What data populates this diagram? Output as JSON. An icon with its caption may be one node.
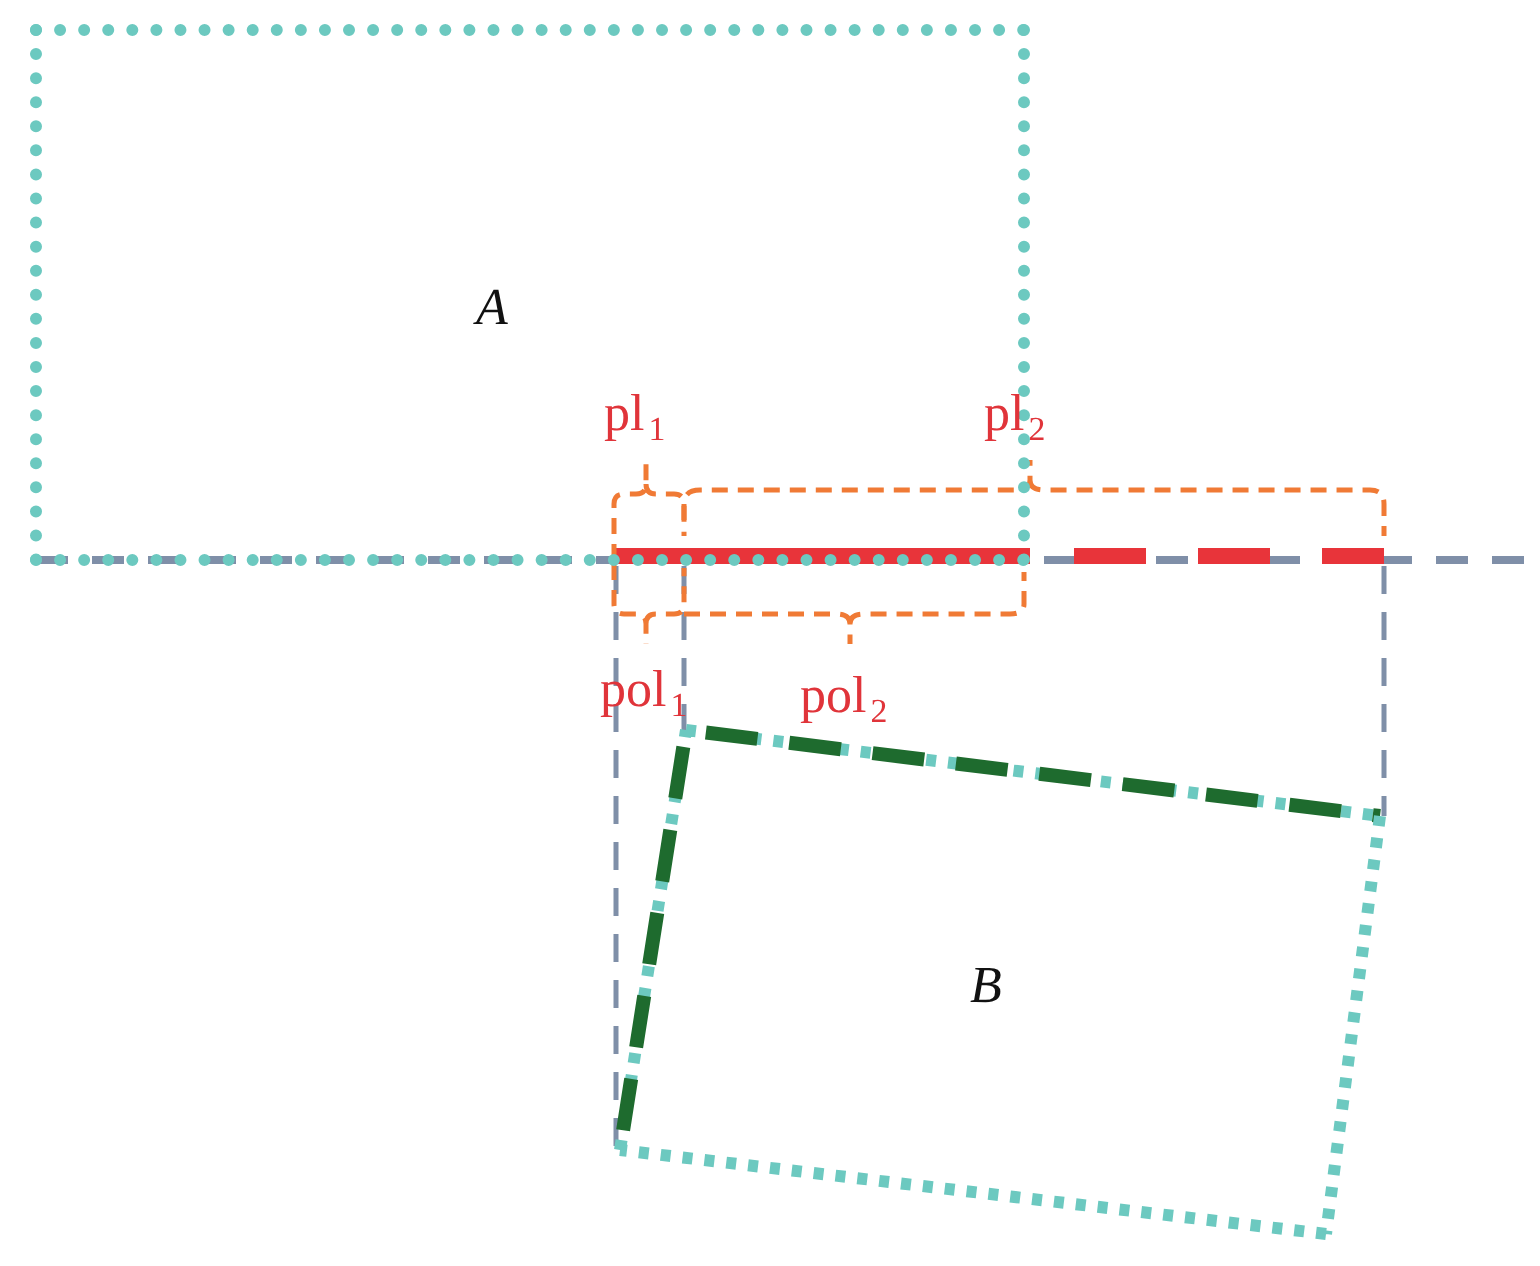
{
  "diagram": {
    "nodes": [
      {
        "text": [
          "A"
        ]
      },
      {
        "text": [
          "B"
        ]
      }
    ],
    "labels": [
      "pl$_{1}$",
      "pl$_{2}$",
      "pol$_{1}$",
      "pol$_{2}$"
    ]
  }
}
